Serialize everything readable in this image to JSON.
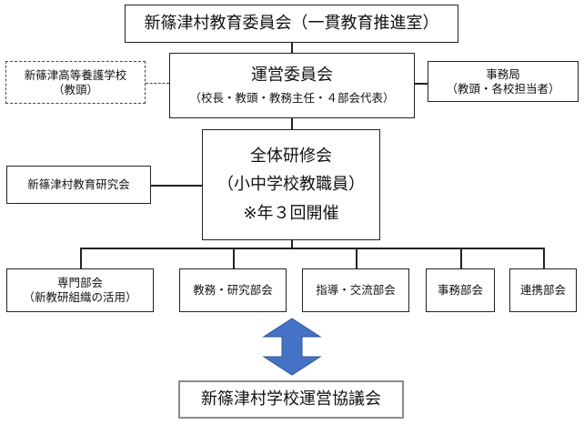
{
  "top": {
    "title": "新篠津村教育委員会（一貫教育推進室）"
  },
  "left_dashed": {
    "line1": "新篠津高等養護学校",
    "line2": "（教頭）"
  },
  "steering": {
    "title": "運営委員会",
    "subtitle": "（校長・教頭・教務主任・４部会代表）"
  },
  "office": {
    "line1": "事務局",
    "line2": "（教頭・各校担当者）"
  },
  "training": {
    "line1": "全体研修会",
    "line2": "（小中学校教職員）",
    "line3": "※年３回開催"
  },
  "research": {
    "label": "新篠津村教育研究会"
  },
  "departments": [
    {
      "line1": "専門部会",
      "line2": "（新教研組織の活用）"
    },
    {
      "line1": "教務・研究部会"
    },
    {
      "line1": "指導・交流部会"
    },
    {
      "line1": "事務部会"
    },
    {
      "line1": "連携部会"
    }
  ],
  "council": {
    "label": "新篠津村学校運営協議会"
  },
  "colors": {
    "arrow": "#4472C4",
    "line": "#222222",
    "council_border": "#8a8a8a"
  }
}
